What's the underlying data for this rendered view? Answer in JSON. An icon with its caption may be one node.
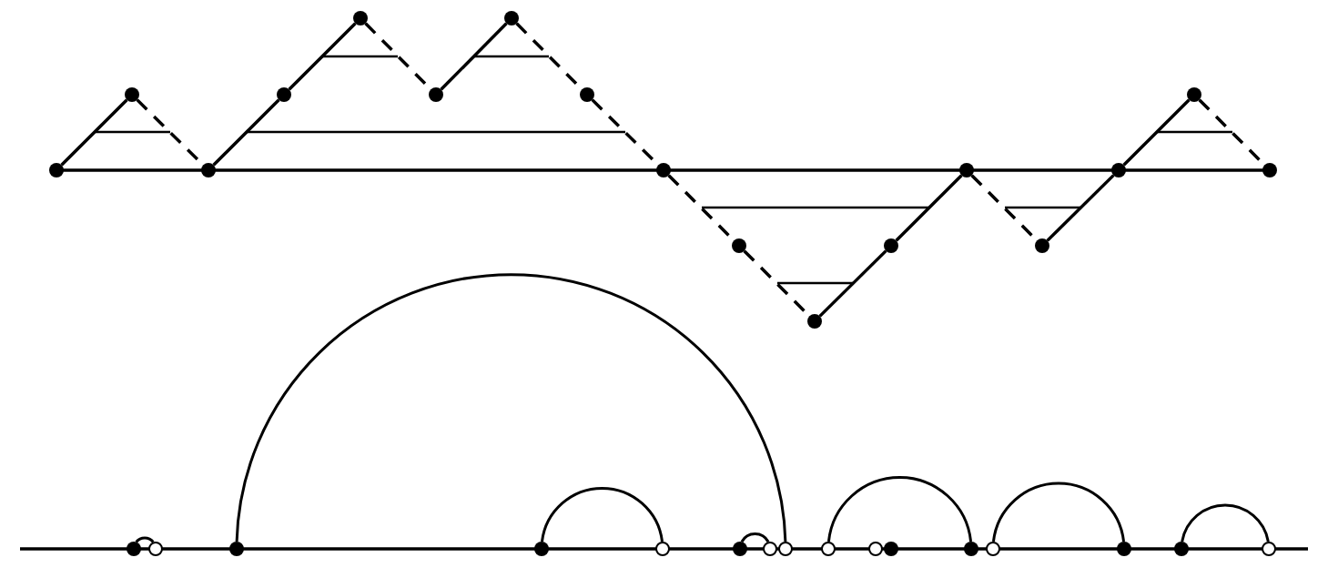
{
  "diagram": {
    "nodes": [
      {
        "text": [],
        "shape": "dot"
      },
      {
        "text": [],
        "shape": "dot"
      },
      {
        "text": [],
        "shape": "dot"
      },
      {
        "text": [],
        "shape": "dot"
      },
      {
        "text": [],
        "shape": "dot"
      },
      {
        "text": [],
        "shape": "dot"
      },
      {
        "text": [],
        "shape": "dot"
      },
      {
        "text": [],
        "shape": "dot"
      },
      {
        "text": [],
        "shape": "dot"
      },
      {
        "text": [],
        "shape": "dot"
      },
      {
        "text": [],
        "shape": "dot"
      },
      {
        "text": [],
        "shape": "dot"
      },
      {
        "text": [],
        "shape": "dot"
      },
      {
        "text": [],
        "shape": "dot"
      },
      {
        "text": [],
        "shape": "dot"
      },
      {
        "text": [],
        "shape": "dot"
      },
      {
        "text": [],
        "shape": "dot"
      },
      {
        "text": [],
        "shape": "dot"
      },
      {
        "text": [],
        "shape": "circle"
      },
      {
        "text": [],
        "shape": "dot"
      },
      {
        "text": [],
        "shape": "dot"
      },
      {
        "text": [],
        "shape": "circle"
      },
      {
        "text": [],
        "shape": "dot"
      },
      {
        "text": [],
        "shape": "circle"
      },
      {
        "text": [],
        "shape": "circle"
      },
      {
        "text": [],
        "shape": "circle"
      },
      {
        "text": [],
        "shape": "circle"
      },
      {
        "text": [],
        "shape": "dot"
      },
      {
        "text": [],
        "shape": "dot"
      },
      {
        "text": [],
        "shape": "circle"
      },
      {
        "text": [],
        "shape": "dot"
      },
      {
        "text": [],
        "shape": "dot"
      },
      {
        "text": [],
        "shape": "circle"
      }
    ],
    "edges": [
      {
        "from": 0,
        "to": 1,
        "arrow": "none"
      },
      {
        "from": 1,
        "to": 2,
        "arrow": "none",
        "style": "dashed"
      },
      {
        "from": 2,
        "to": 3,
        "arrow": "none"
      },
      {
        "from": 3,
        "to": 4,
        "arrow": "none"
      },
      {
        "from": 4,
        "to": 5,
        "arrow": "none",
        "style": "dashed"
      },
      {
        "from": 5,
        "to": 6,
        "arrow": "none"
      },
      {
        "from": 6,
        "to": 7,
        "arrow": "none",
        "style": "dashed"
      },
      {
        "from": 7,
        "to": 8,
        "arrow": "none",
        "style": "dashed"
      },
      {
        "from": 8,
        "to": 9,
        "arrow": "none",
        "style": "dashed"
      },
      {
        "from": 9,
        "to": 10,
        "arrow": "none",
        "style": "dashed"
      },
      {
        "from": 10,
        "to": 11,
        "arrow": "none"
      },
      {
        "from": 11,
        "to": 12,
        "arrow": "none"
      },
      {
        "from": 12,
        "to": 13,
        "arrow": "none",
        "style": "dashed"
      },
      {
        "from": 13,
        "to": 14,
        "arrow": "none"
      },
      {
        "from": 14,
        "to": 15,
        "arrow": "none"
      },
      {
        "from": 15,
        "to": 16,
        "arrow": "none",
        "style": "dashed"
      },
      {
        "from": 17,
        "to": 18,
        "arrow": "none"
      },
      {
        "from": 19,
        "to": 24,
        "arrow": "none"
      },
      {
        "from": 20,
        "to": 21,
        "arrow": "none"
      },
      {
        "from": 22,
        "to": 23,
        "arrow": "none"
      },
      {
        "from": 25,
        "to": 28,
        "arrow": "none"
      },
      {
        "from": 29,
        "to": 30,
        "arrow": "none"
      },
      {
        "from": 31,
        "to": 32,
        "arrow": "none"
      }
    ]
  }
}
